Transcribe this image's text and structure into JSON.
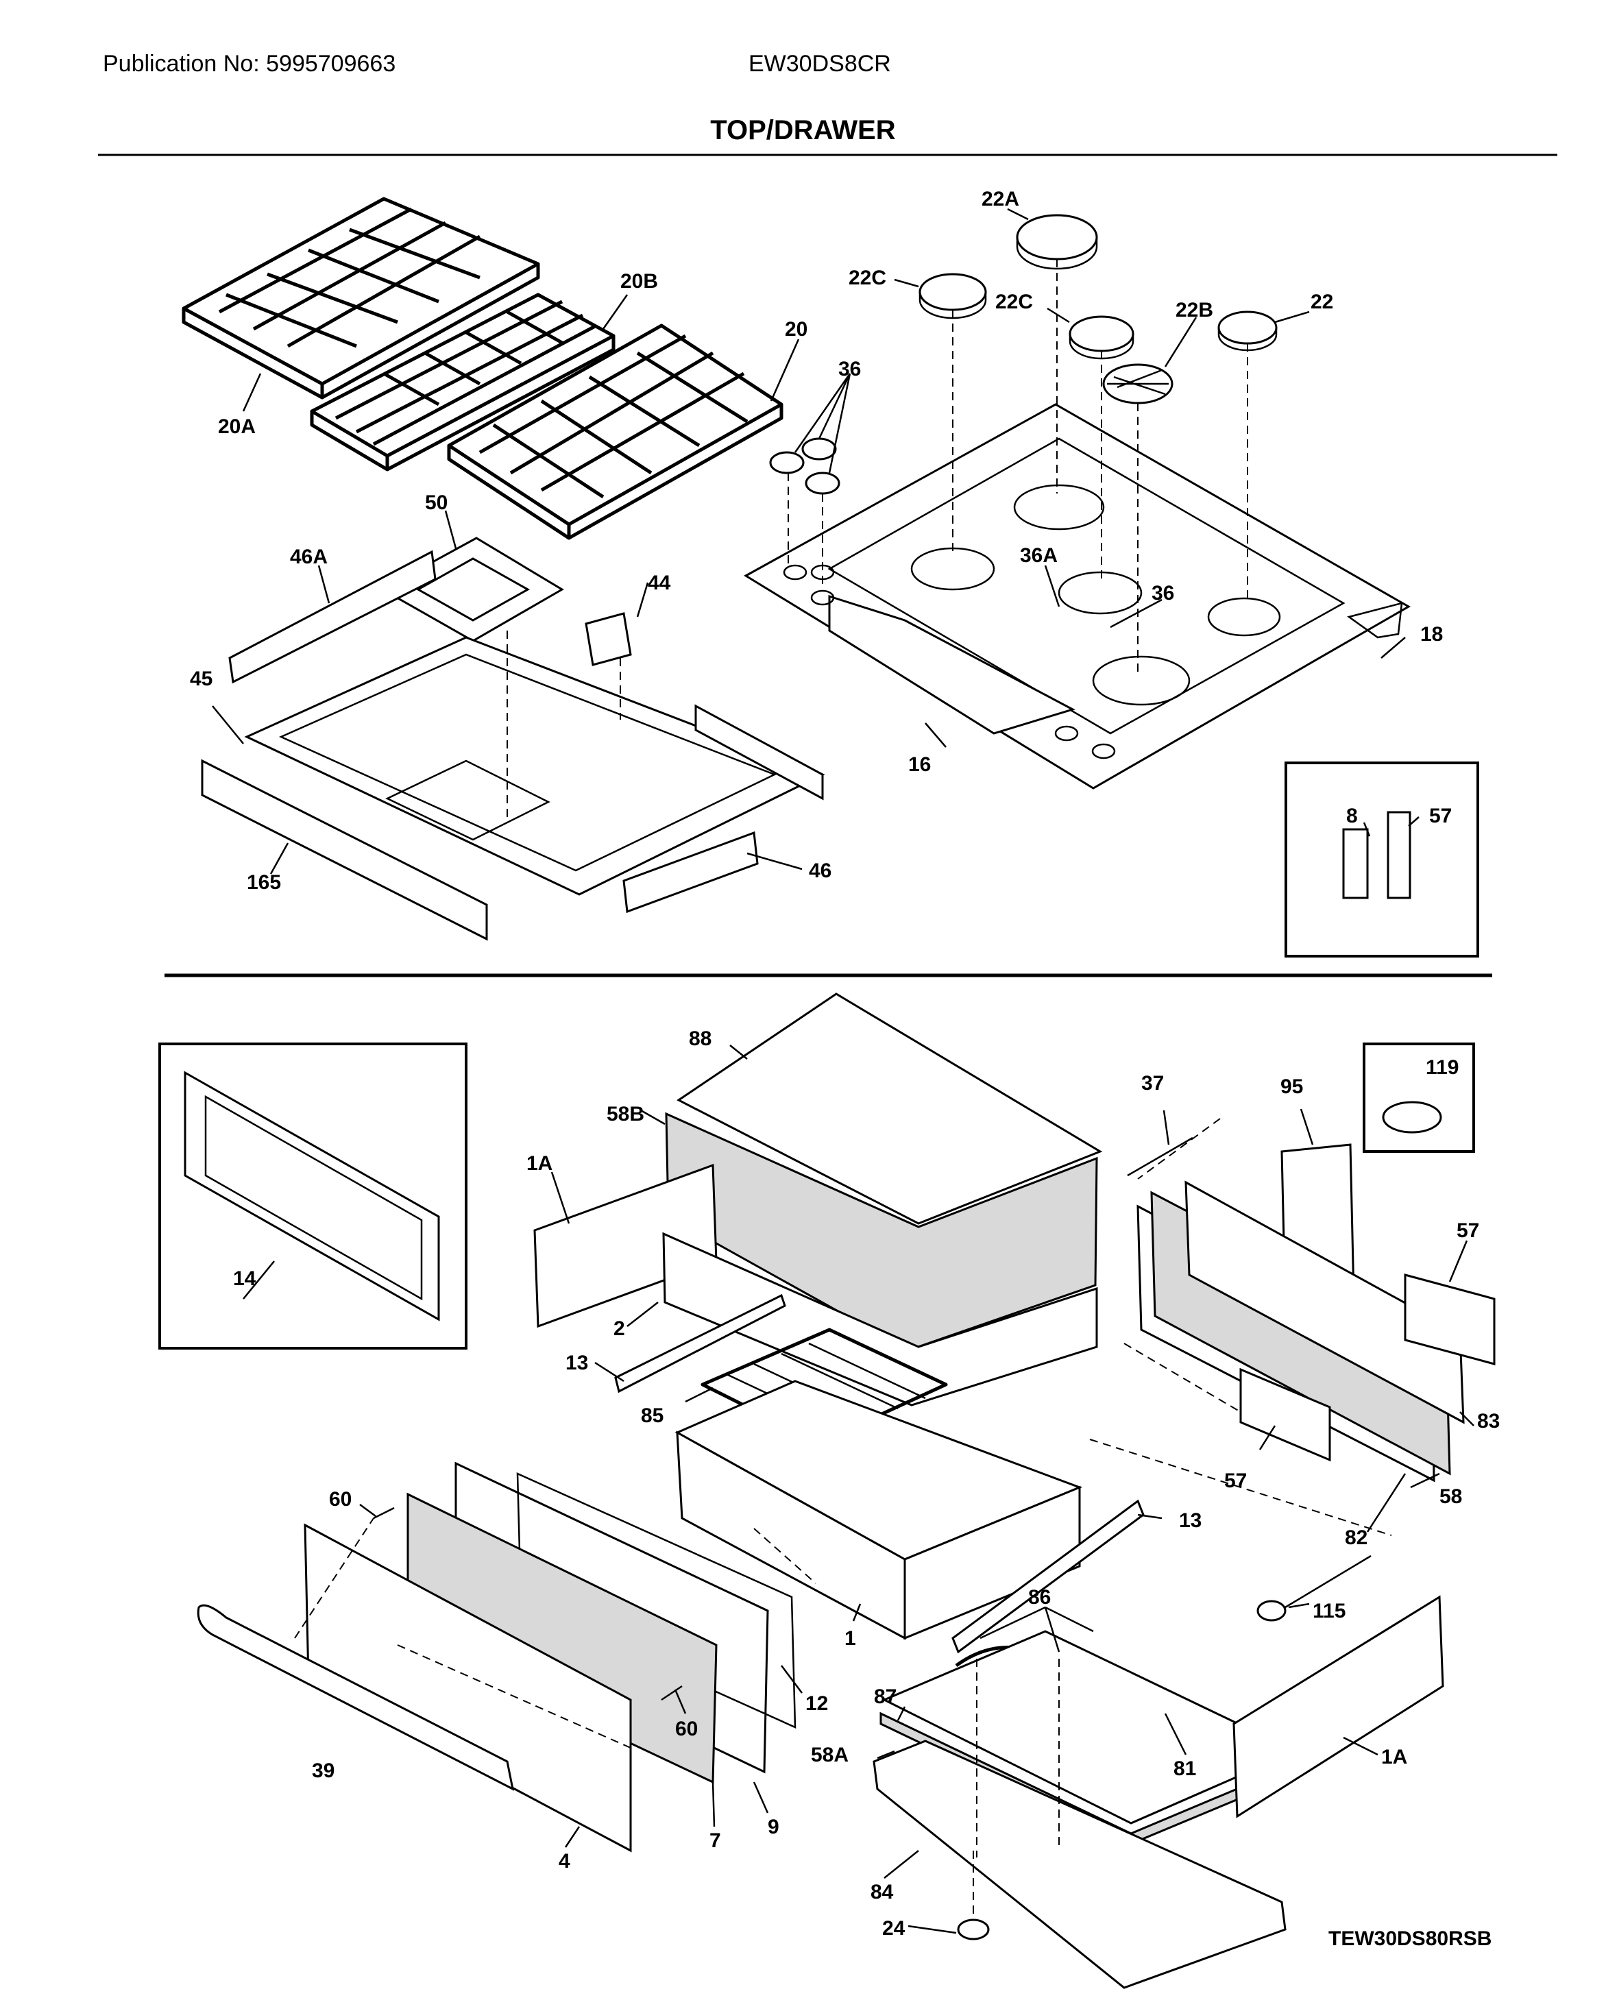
{
  "header": {
    "publication": "Publication No: 5995709663",
    "model": "EW30DS8CR",
    "title": "TOP/DRAWER"
  },
  "footer": {
    "drawing_code": "TEW30DS80RSB"
  },
  "callouts": {
    "top": [
      "22A",
      "22C",
      "22C",
      "22B",
      "22",
      "20B",
      "20",
      "36",
      "20A",
      "50",
      "46A",
      "44",
      "36A",
      "36",
      "18",
      "45",
      "16",
      "165",
      "46",
      "8",
      "57"
    ],
    "bottom": [
      "88",
      "58B",
      "37",
      "95",
      "119",
      "1A",
      "57",
      "14",
      "2",
      "13",
      "85",
      "83",
      "57",
      "58",
      "13",
      "82",
      "60",
      "115",
      "86",
      "1",
      "12",
      "87",
      "60",
      "58A",
      "81",
      "1A",
      "39",
      "9",
      "7",
      "4",
      "84",
      "24"
    ]
  }
}
